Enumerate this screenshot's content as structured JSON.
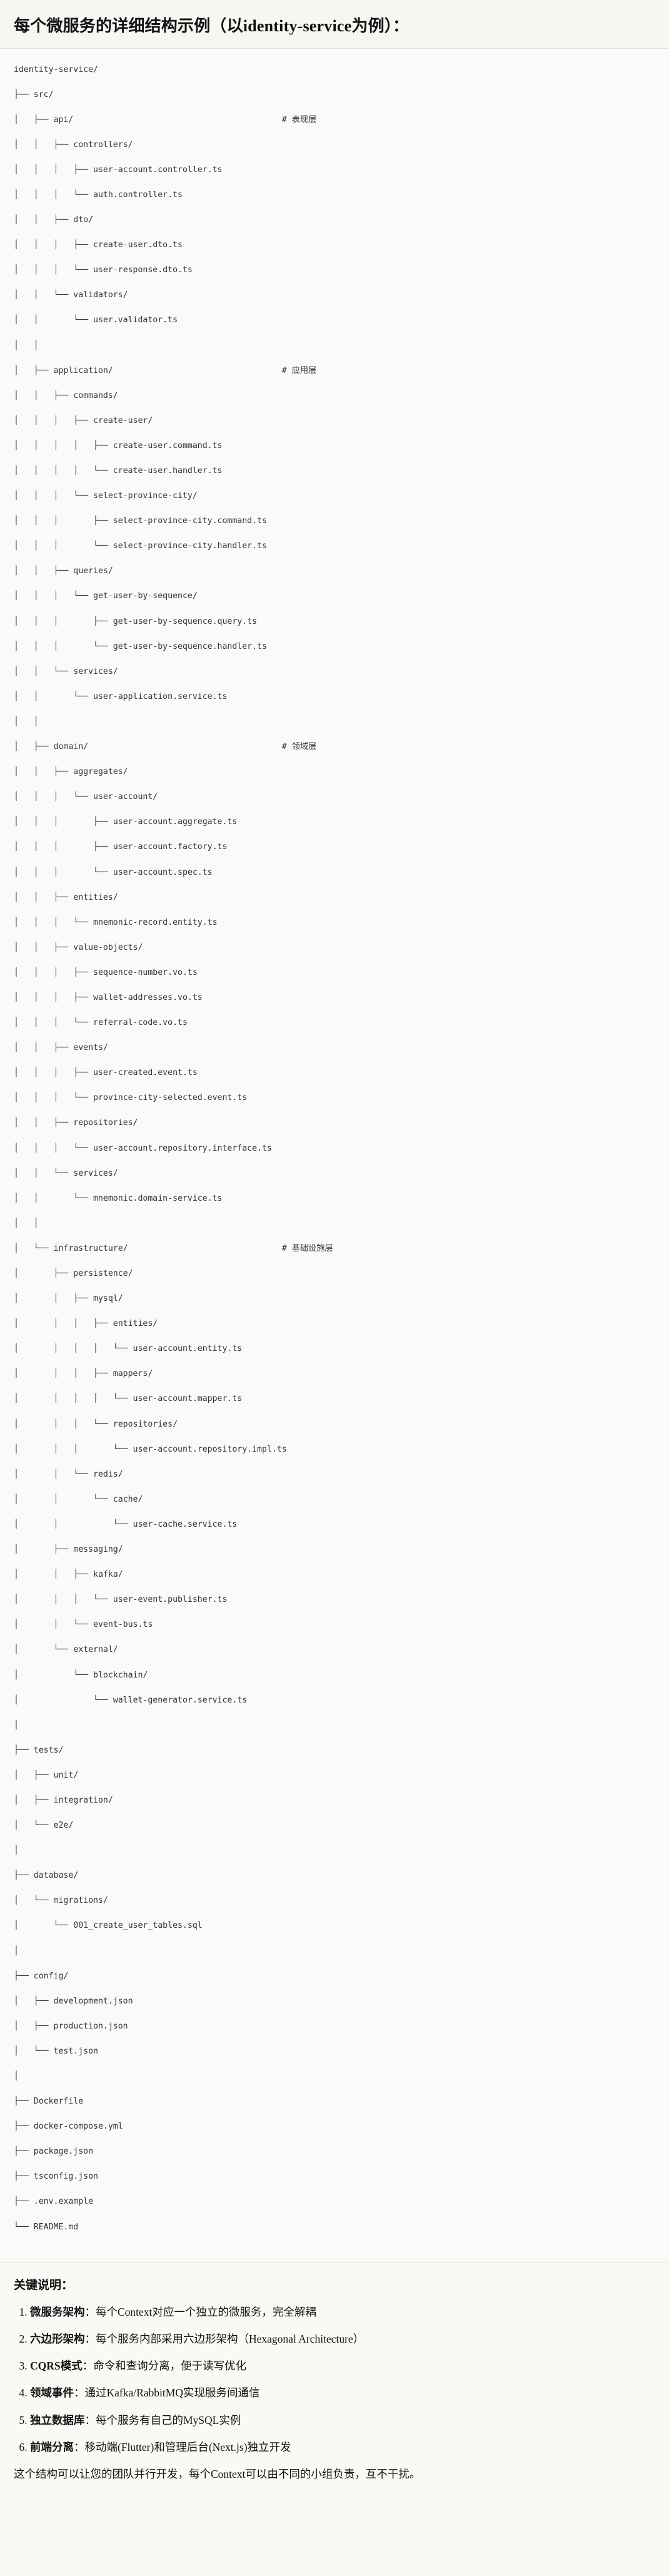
{
  "header": {
    "title": "每个微服务的详细结构示例（以identity-service为例）："
  },
  "tree": {
    "root_label": "identity-service/",
    "comment_column": 54,
    "lines": [
      {
        "path": "identity-service/",
        "comment": ""
      },
      {
        "path": "├── src/",
        "comment": ""
      },
      {
        "path": "│   ├── api/",
        "comment": "# 表现层"
      },
      {
        "path": "│   │   ├── controllers/",
        "comment": ""
      },
      {
        "path": "│   │   │   ├── user-account.controller.ts",
        "comment": ""
      },
      {
        "path": "│   │   │   └── auth.controller.ts",
        "comment": ""
      },
      {
        "path": "│   │   ├── dto/",
        "comment": ""
      },
      {
        "path": "│   │   │   ├── create-user.dto.ts",
        "comment": ""
      },
      {
        "path": "│   │   │   └── user-response.dto.ts",
        "comment": ""
      },
      {
        "path": "│   │   └── validators/",
        "comment": ""
      },
      {
        "path": "│   │       └── user.validator.ts",
        "comment": ""
      },
      {
        "path": "│   │",
        "comment": ""
      },
      {
        "path": "│   ├── application/",
        "comment": "# 应用层"
      },
      {
        "path": "│   │   ├── commands/",
        "comment": ""
      },
      {
        "path": "│   │   │   ├── create-user/",
        "comment": ""
      },
      {
        "path": "│   │   │   │   ├── create-user.command.ts",
        "comment": ""
      },
      {
        "path": "│   │   │   │   └── create-user.handler.ts",
        "comment": ""
      },
      {
        "path": "│   │   │   └── select-province-city/",
        "comment": ""
      },
      {
        "path": "│   │   │       ├── select-province-city.command.ts",
        "comment": ""
      },
      {
        "path": "│   │   │       └── select-province-city.handler.ts",
        "comment": ""
      },
      {
        "path": "│   │   ├── queries/",
        "comment": ""
      },
      {
        "path": "│   │   │   └── get-user-by-sequence/",
        "comment": ""
      },
      {
        "path": "│   │   │       ├── get-user-by-sequence.query.ts",
        "comment": ""
      },
      {
        "path": "│   │   │       └── get-user-by-sequence.handler.ts",
        "comment": ""
      },
      {
        "path": "│   │   └── services/",
        "comment": ""
      },
      {
        "path": "│   │       └── user-application.service.ts",
        "comment": ""
      },
      {
        "path": "│   │",
        "comment": ""
      },
      {
        "path": "│   ├── domain/",
        "comment": "# 领域层"
      },
      {
        "path": "│   │   ├── aggregates/",
        "comment": ""
      },
      {
        "path": "│   │   │   └── user-account/",
        "comment": ""
      },
      {
        "path": "│   │   │       ├── user-account.aggregate.ts",
        "comment": ""
      },
      {
        "path": "│   │   │       ├── user-account.factory.ts",
        "comment": ""
      },
      {
        "path": "│   │   │       └── user-account.spec.ts",
        "comment": ""
      },
      {
        "path": "│   │   ├── entities/",
        "comment": ""
      },
      {
        "path": "│   │   │   └── mnemonic-record.entity.ts",
        "comment": ""
      },
      {
        "path": "│   │   ├── value-objects/",
        "comment": ""
      },
      {
        "path": "│   │   │   ├── sequence-number.vo.ts",
        "comment": ""
      },
      {
        "path": "│   │   │   ├── wallet-addresses.vo.ts",
        "comment": ""
      },
      {
        "path": "│   │   │   └── referral-code.vo.ts",
        "comment": ""
      },
      {
        "path": "│   │   ├── events/",
        "comment": ""
      },
      {
        "path": "│   │   │   ├── user-created.event.ts",
        "comment": ""
      },
      {
        "path": "│   │   │   └── province-city-selected.event.ts",
        "comment": ""
      },
      {
        "path": "│   │   ├── repositories/",
        "comment": ""
      },
      {
        "path": "│   │   │   └── user-account.repository.interface.ts",
        "comment": ""
      },
      {
        "path": "│   │   └── services/",
        "comment": ""
      },
      {
        "path": "│   │       └── mnemonic.domain-service.ts",
        "comment": ""
      },
      {
        "path": "│   │",
        "comment": ""
      },
      {
        "path": "│   └── infrastructure/",
        "comment": "# 基础设施层"
      },
      {
        "path": "│       ├── persistence/",
        "comment": ""
      },
      {
        "path": "│       │   ├── mysql/",
        "comment": ""
      },
      {
        "path": "│       │   │   ├── entities/",
        "comment": ""
      },
      {
        "path": "│       │   │   │   └── user-account.entity.ts",
        "comment": ""
      },
      {
        "path": "│       │   │   ├── mappers/",
        "comment": ""
      },
      {
        "path": "│       │   │   │   └── user-account.mapper.ts",
        "comment": ""
      },
      {
        "path": "│       │   │   └── repositories/",
        "comment": ""
      },
      {
        "path": "│       │   │       └── user-account.repository.impl.ts",
        "comment": ""
      },
      {
        "path": "│       │   └── redis/",
        "comment": ""
      },
      {
        "path": "│       │       └── cache/",
        "comment": ""
      },
      {
        "path": "│       │           └── user-cache.service.ts",
        "comment": ""
      },
      {
        "path": "│       ├── messaging/",
        "comment": ""
      },
      {
        "path": "│       │   ├── kafka/",
        "comment": ""
      },
      {
        "path": "│       │   │   └── user-event.publisher.ts",
        "comment": ""
      },
      {
        "path": "│       │   └── event-bus.ts",
        "comment": ""
      },
      {
        "path": "│       └── external/",
        "comment": ""
      },
      {
        "path": "│           └── blockchain/",
        "comment": ""
      },
      {
        "path": "│               └── wallet-generator.service.ts",
        "comment": ""
      },
      {
        "path": "│",
        "comment": ""
      },
      {
        "path": "├── tests/",
        "comment": ""
      },
      {
        "path": "│   ├── unit/",
        "comment": ""
      },
      {
        "path": "│   ├── integration/",
        "comment": ""
      },
      {
        "path": "│   └── e2e/",
        "comment": ""
      },
      {
        "path": "│",
        "comment": ""
      },
      {
        "path": "├── database/",
        "comment": ""
      },
      {
        "path": "│   └── migrations/",
        "comment": ""
      },
      {
        "path": "│       └── 001_create_user_tables.sql",
        "comment": ""
      },
      {
        "path": "│",
        "comment": ""
      },
      {
        "path": "├── config/",
        "comment": ""
      },
      {
        "path": "│   ├── development.json",
        "comment": ""
      },
      {
        "path": "│   ├── production.json",
        "comment": ""
      },
      {
        "path": "│   └── test.json",
        "comment": ""
      },
      {
        "path": "│",
        "comment": ""
      },
      {
        "path": "├── Dockerfile",
        "comment": ""
      },
      {
        "path": "├── docker-compose.yml",
        "comment": ""
      },
      {
        "path": "├── package.json",
        "comment": ""
      },
      {
        "path": "├── tsconfig.json",
        "comment": ""
      },
      {
        "path": "├── .env.example",
        "comment": ""
      },
      {
        "path": "└── README.md",
        "comment": ""
      }
    ]
  },
  "notes": {
    "heading": "关键说明：",
    "items": [
      {
        "term": "微服务架构",
        "sep": "：",
        "desc": "每个Context对应一个独立的微服务，完全解耦"
      },
      {
        "term": "六边形架构",
        "sep": "：",
        "desc": "每个服务内部采用六边形架构（Hexagonal Architecture）"
      },
      {
        "term": "CQRS模式",
        "sep": "：",
        "desc": "命令和查询分离，便于读写优化"
      },
      {
        "term": "领域事件",
        "sep": "：",
        "desc": "通过Kafka/RabbitMQ实现服务间通信"
      },
      {
        "term": "独立数据库",
        "sep": "：",
        "desc": "每个服务有自己的MySQL实例"
      },
      {
        "term": "前端分离",
        "sep": "：",
        "desc": "移动端(Flutter)和管理后台(Next.js)独立开发"
      }
    ],
    "closing": "这个结构可以让您的团队并行开发，每个Context可以由不同的小组负责，互不干扰。"
  }
}
